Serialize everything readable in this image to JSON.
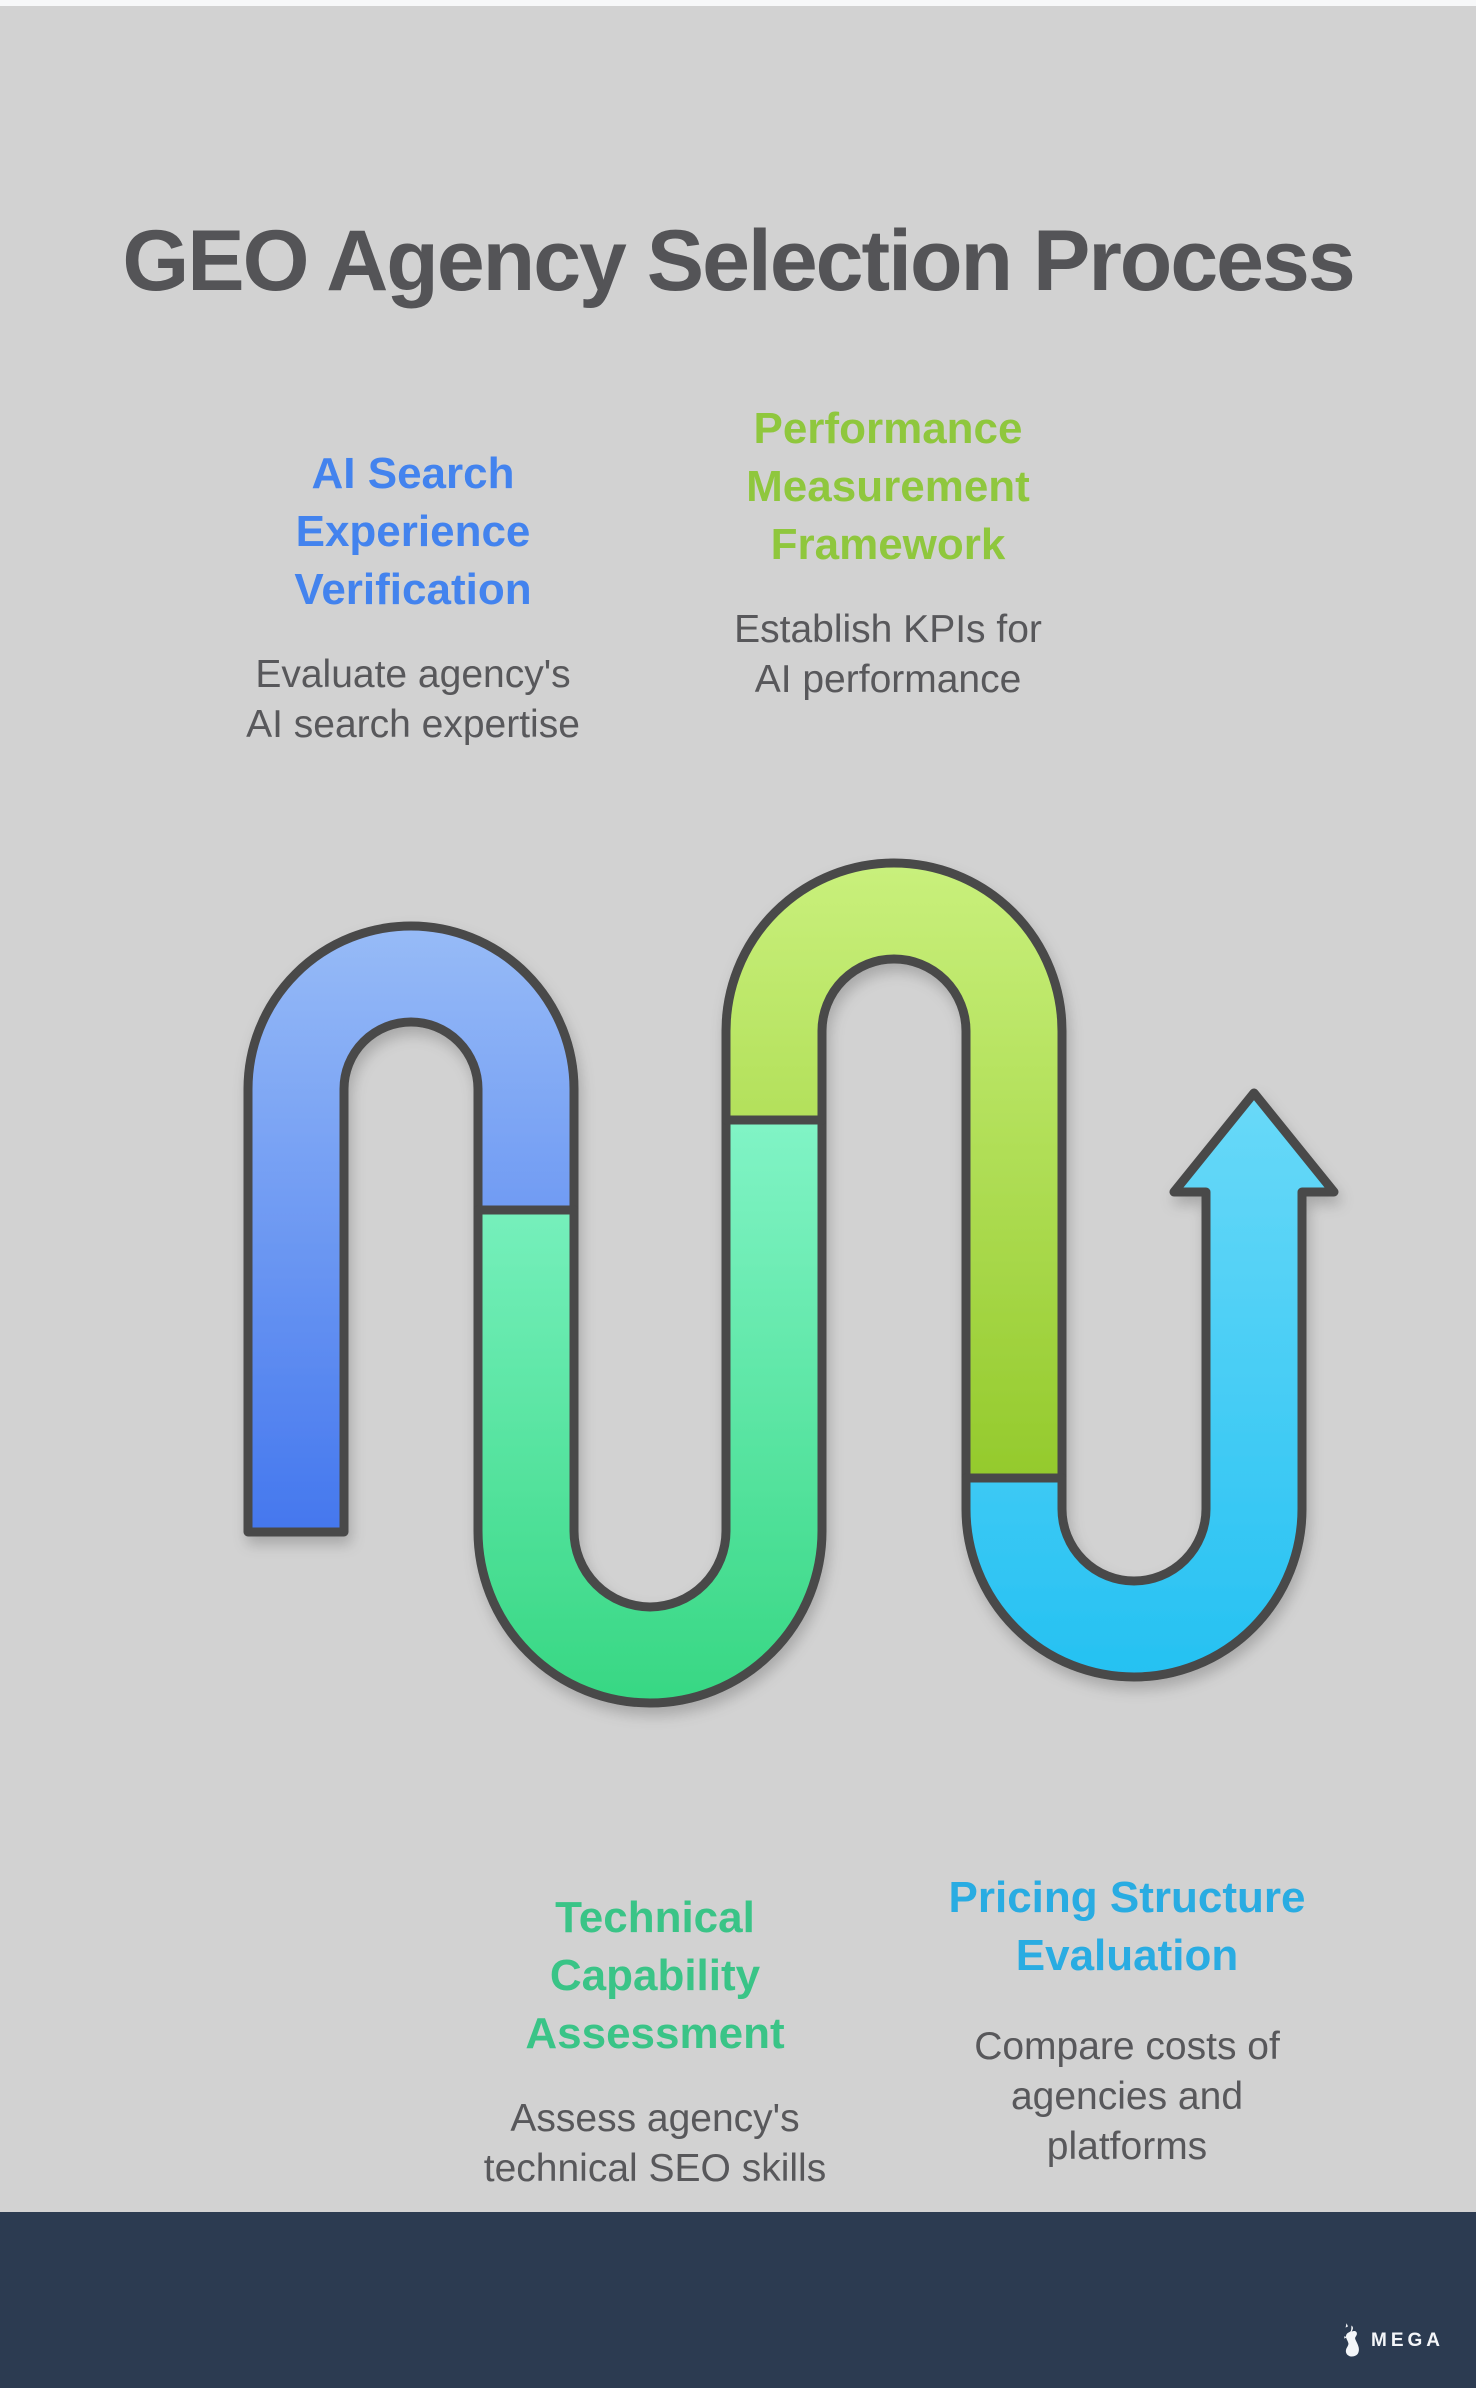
{
  "title": "GEO Agency Selection Process",
  "stages": [
    {
      "title_lines": [
        "AI Search",
        "Experience",
        "Verification"
      ],
      "desc_lines": [
        "Evaluate agency's",
        "AI search expertise"
      ],
      "accent_color": "#4383EE",
      "path_gradient": {
        "top": "#97BBF7",
        "bottom": "#4477EE"
      }
    },
    {
      "title_lines": [
        "Performance",
        "Measurement",
        "Framework"
      ],
      "desc_lines": [
        "Establish KPIs for",
        "AI performance"
      ],
      "accent_color": "#8FC73D",
      "path_gradient": {
        "top": "#C9F07C",
        "bottom": "#94CA2C"
      }
    },
    {
      "title_lines": [
        "Technical",
        "Capability",
        "Assessment"
      ],
      "desc_lines": [
        "Assess agency's",
        "technical SEO skills"
      ],
      "accent_color": "#3AC487",
      "path_gradient": {
        "top": "#81F4C6",
        "bottom": "#37D783"
      }
    },
    {
      "title_lines": [
        "Pricing Structure",
        "Evaluation"
      ],
      "desc_lines": [
        "Compare costs of",
        "agencies and",
        "platforms"
      ],
      "accent_color": "#29ACE2",
      "path_gradient": {
        "top": "#69D9F8",
        "bottom": "#25C1F2"
      }
    }
  ],
  "footer": {
    "brand": "MEGA",
    "background": "#2C3B51",
    "logo_icon": "robed-figure-icon"
  },
  "canvas": {
    "background": "#D2D2D2",
    "outline_color": "#484848",
    "title_color": "#545457",
    "body_text_color": "#58585B"
  }
}
